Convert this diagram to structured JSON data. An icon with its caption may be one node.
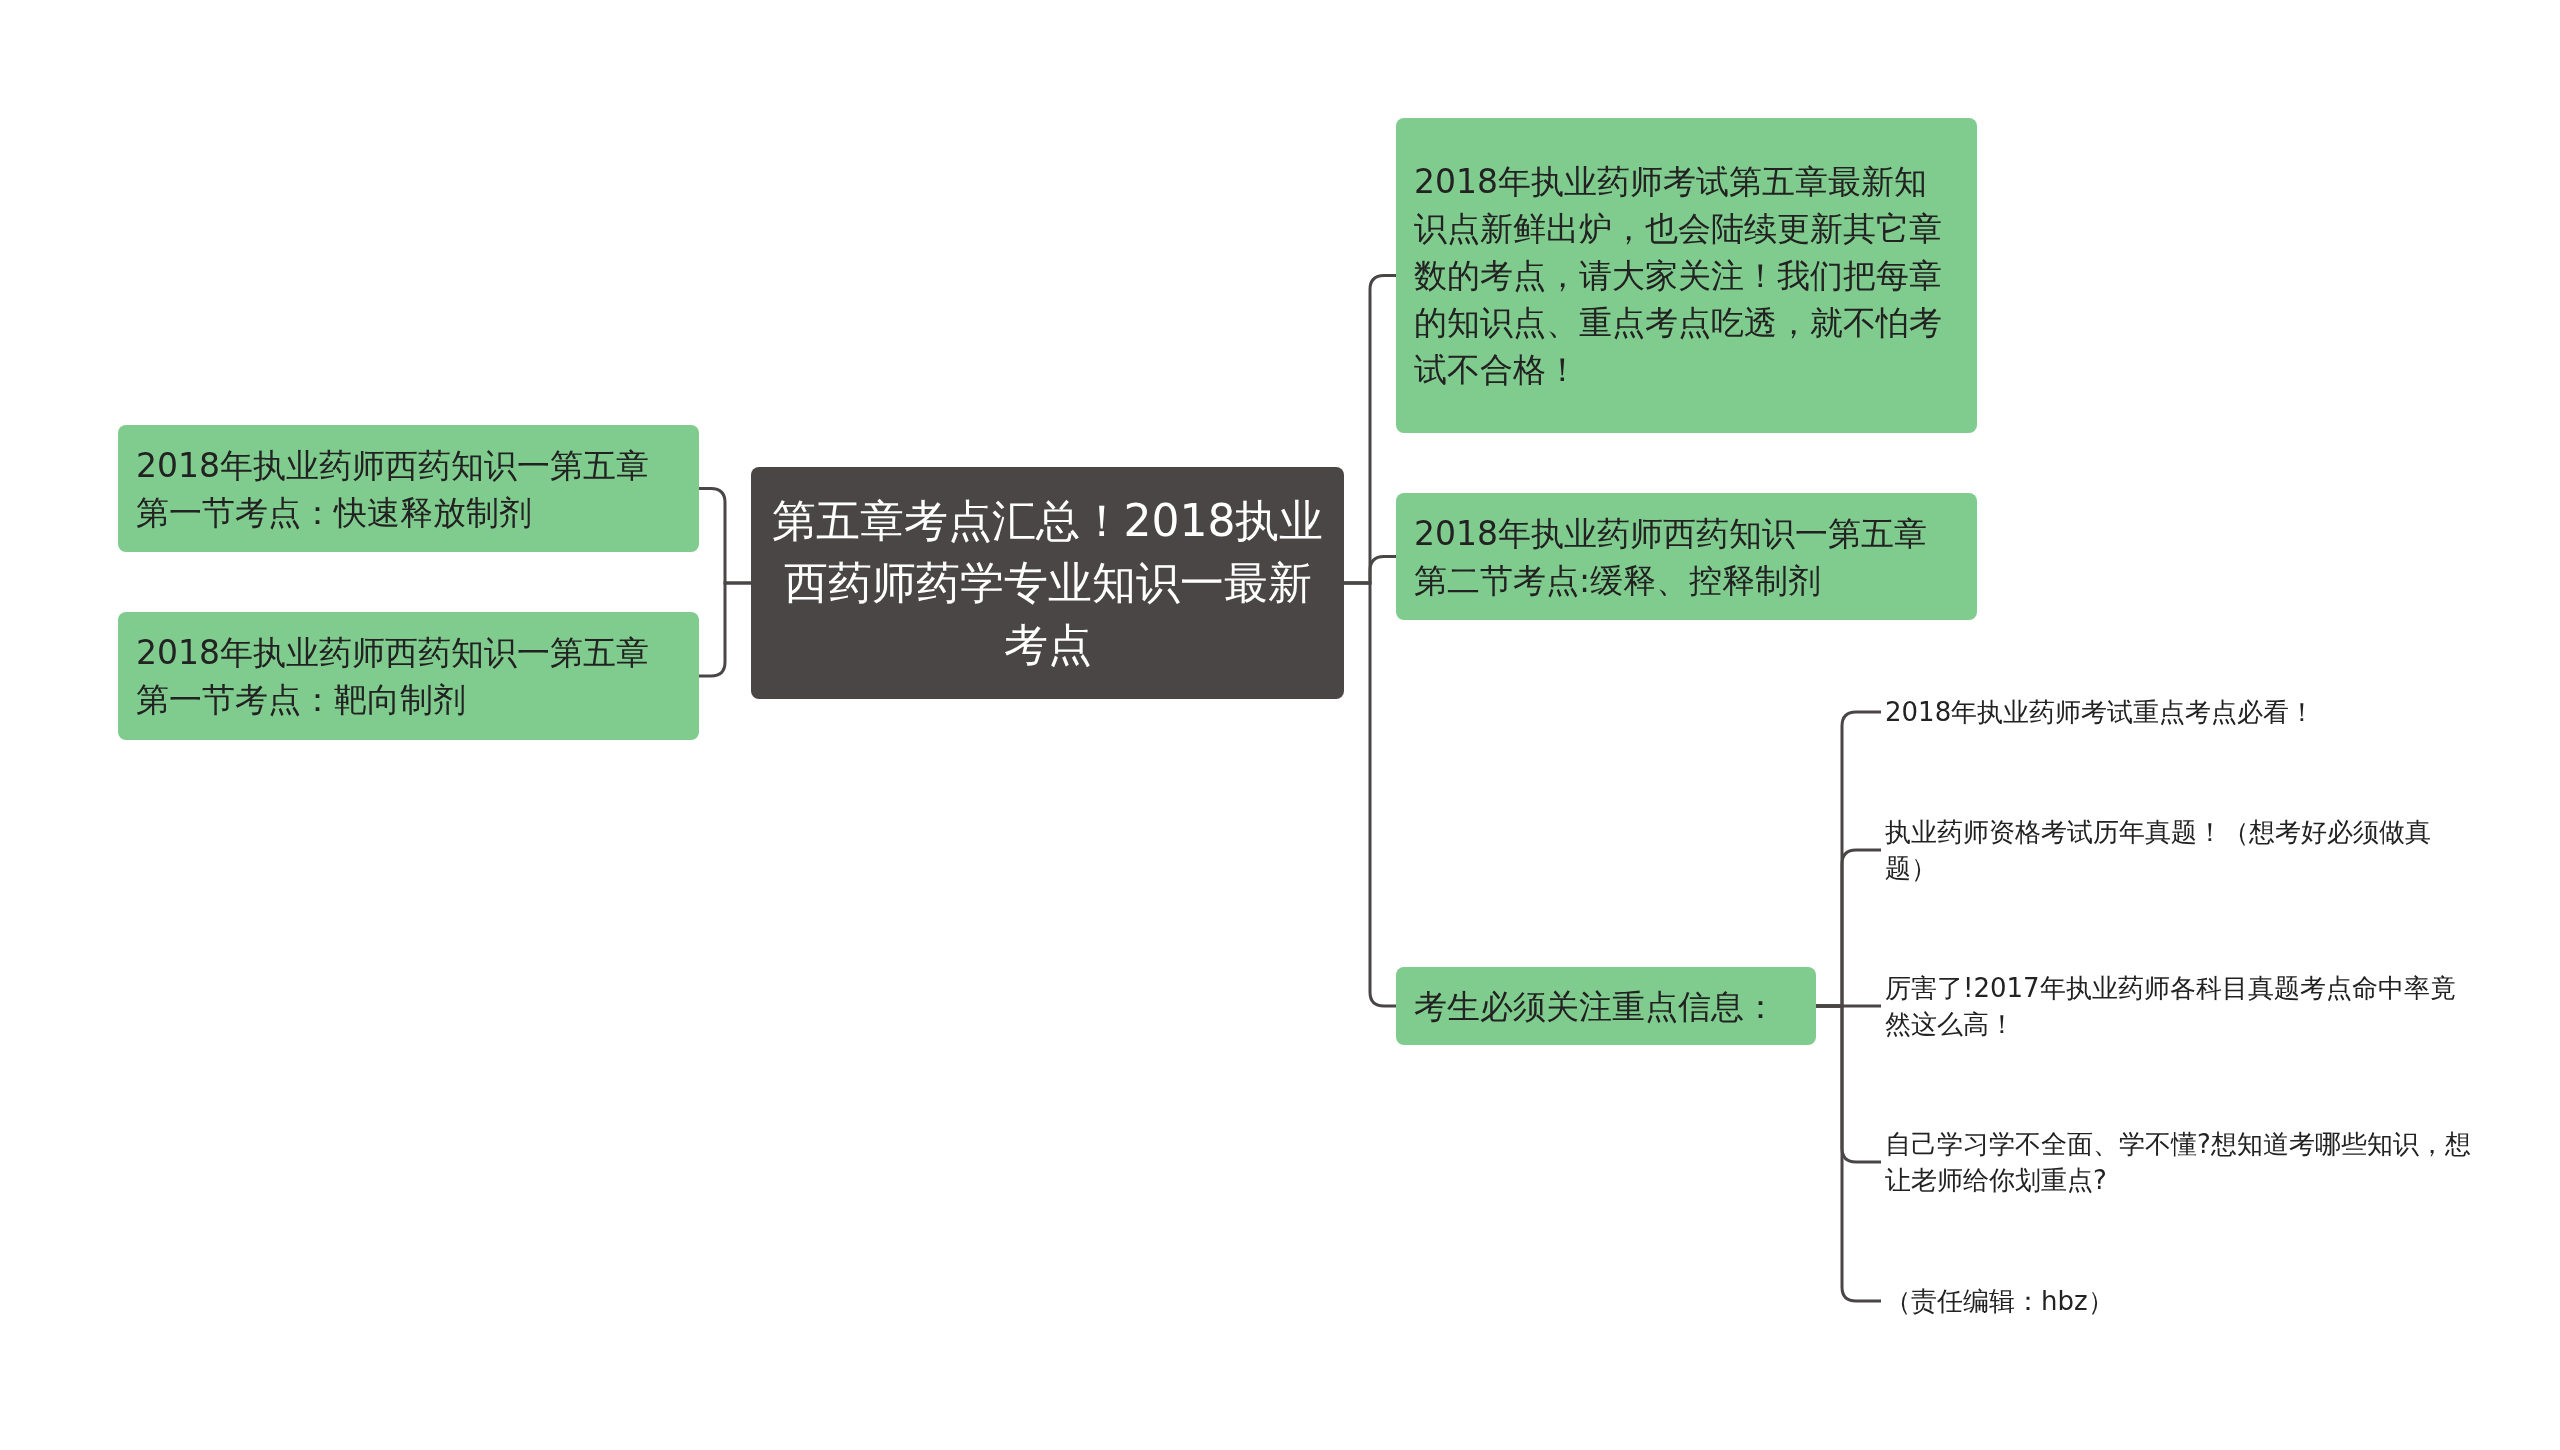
{
  "diagram": {
    "nodes": [
      {
        "text": [
          "第五章考点汇总！2018执业西药师药学专业知识一最新考点"
        ]
      },
      {
        "text": [
          "2018年执业药师西药知识一第五章第一节考点：快速释放制剂"
        ]
      },
      {
        "text": [
          "2018年执业药师西药知识一第五章第一节考点：靶向制剂"
        ]
      },
      {
        "text": [
          "2018年执业药师考试第五章最新知识点新鲜出炉，也会陆续更新其它章数的考点，请大家关注！我们把每章的知识点、重点考点吃透，就不怕考试不合格！"
        ]
      },
      {
        "text": [
          "2018年执业药师西药知识一第五章第二节考点:缓释、控释制剂"
        ]
      },
      {
        "text": [
          "考生必须关注重点信息："
        ]
      },
      {
        "text": [
          "2018年执业药师考试重点考点必看！"
        ]
      },
      {
        "text": [
          "执业药师资格考试历年真题！（想考好必须做真题）"
        ]
      },
      {
        "text": [
          "厉害了!2017年执业药师各科目真题考点命中率竟然这么高！"
        ]
      },
      {
        "text": [
          "自己学习学不全面、学不懂?想知道考哪些知识，想让老师给你划重点?"
        ]
      },
      {
        "text": [
          "（责任编辑：hbz）"
        ]
      }
    ],
    "edges": [
      {
        "from": 0,
        "to": 1,
        "arrow": "none"
      },
      {
        "from": 0,
        "to": 2,
        "arrow": "none"
      },
      {
        "from": 0,
        "to": 3,
        "arrow": "none"
      },
      {
        "from": 0,
        "to": 4,
        "arrow": "none"
      },
      {
        "from": 0,
        "to": 5,
        "arrow": "none"
      },
      {
        "from": 5,
        "to": 6,
        "arrow": "none"
      },
      {
        "from": 5,
        "to": 7,
        "arrow": "none"
      },
      {
        "from": 5,
        "to": 8,
        "arrow": "none"
      },
      {
        "from": 5,
        "to": 9,
        "arrow": "none"
      },
      {
        "from": 5,
        "to": 10,
        "arrow": "none"
      }
    ]
  }
}
